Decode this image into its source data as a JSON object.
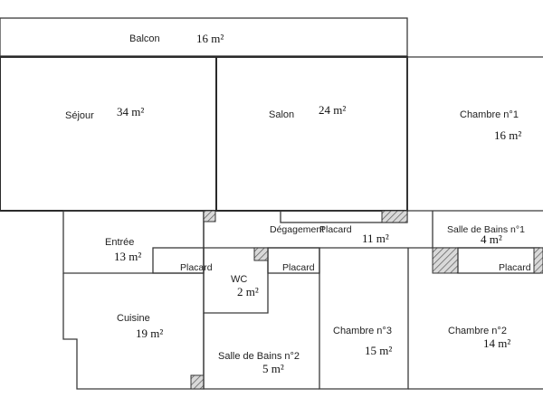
{
  "rooms": {
    "balcon": {
      "name": "Balcon",
      "area": "16 m²"
    },
    "sejour": {
      "name": "Séjour",
      "area": "34 m²"
    },
    "salon": {
      "name": "Salon",
      "area": "24 m²"
    },
    "chambre1": {
      "name": "Chambre n°1",
      "area": "16 m²"
    },
    "entree": {
      "name": "Entrée",
      "area": "13 m²"
    },
    "degagement": {
      "name": "Dégagement",
      "area": "11 m²"
    },
    "sdb1": {
      "name": "Salle de Bains n°1",
      "area": "4 m²"
    },
    "wc": {
      "name": "WC",
      "area": "2 m²"
    },
    "cuisine": {
      "name": "Cuisine",
      "area": "19 m²"
    },
    "chambre3": {
      "name": "Chambre n°3",
      "area": "15 m²"
    },
    "chambre2": {
      "name": "Chambre n°2",
      "area": "14 m²"
    },
    "sdb2": {
      "name": "Salle de Bains n°2",
      "area": "5 m²"
    }
  },
  "placards": {
    "degagement": "Placard",
    "entree": "Placard",
    "wc": "Placard",
    "chambre2": "Placard"
  }
}
